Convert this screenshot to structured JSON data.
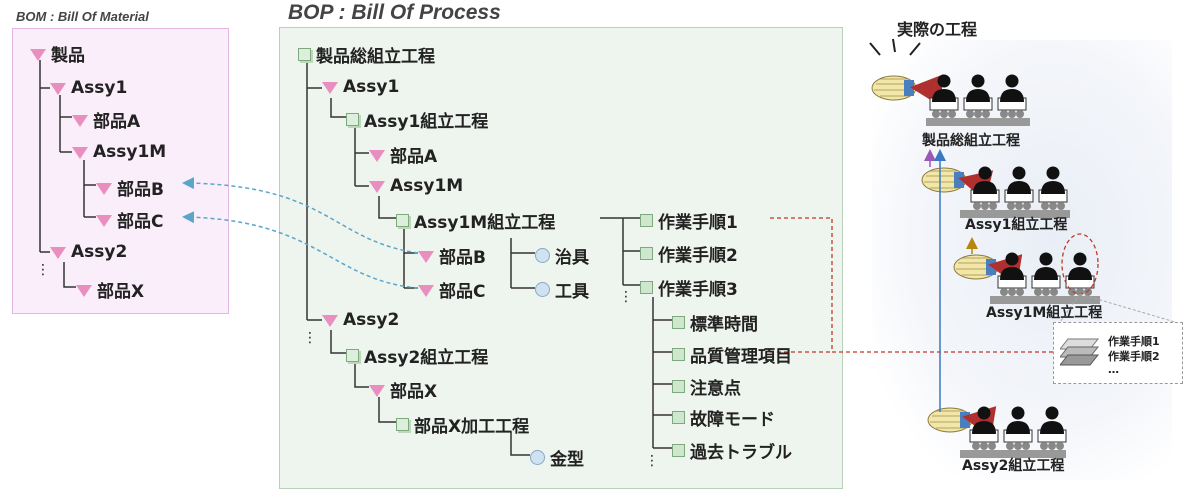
{
  "bom": {
    "title": "BOM : Bill Of Material",
    "items": [
      "製品",
      "Assy1",
      "部品A",
      "Assy1M",
      "部品B",
      "部品C",
      "Assy2",
      "部品X"
    ],
    "ellipsis": "⋮"
  },
  "bop": {
    "title": "BOP : Bill Of Process",
    "items": [
      "製品総組立工程",
      "Assy1",
      "Assy1組立工程",
      "部品A",
      "Assy1M",
      "Assy1M組立工程",
      "部品B",
      "部品C",
      "治具",
      "工具",
      "作業手順1",
      "作業手順2",
      "作業手順3",
      "標準時間",
      "品質管理項目",
      "注意点",
      "故障モード",
      "過去トラブル",
      "Assy2",
      "Assy2組立工程",
      "部品X",
      "部品X加工工程",
      "金型"
    ],
    "ellipsis": "⋮"
  },
  "actual": {
    "title": "実際の工程",
    "stations": [
      "製品総組立工程",
      "Assy1組立工程",
      "Assy1M組立工程",
      "Assy2組立工程"
    ],
    "popup_lines": [
      "作業手順1",
      "作業手順2",
      "…"
    ]
  },
  "colors": {
    "bom_bg": "#fbeefb",
    "bop_bg": "#eef5ee",
    "link_blue": "#5aa6c8",
    "link_red": "#c0392b",
    "arrow_purple": "#9b59b6",
    "arrow_blue": "#3b78c2",
    "arrow_gold": "#b8860b",
    "product_red": "#c0392b"
  },
  "icons": {
    "part": "inverted-triangle-icon",
    "process": "stacked-square-icon",
    "task": "square-icon",
    "tool": "circle-icon"
  }
}
